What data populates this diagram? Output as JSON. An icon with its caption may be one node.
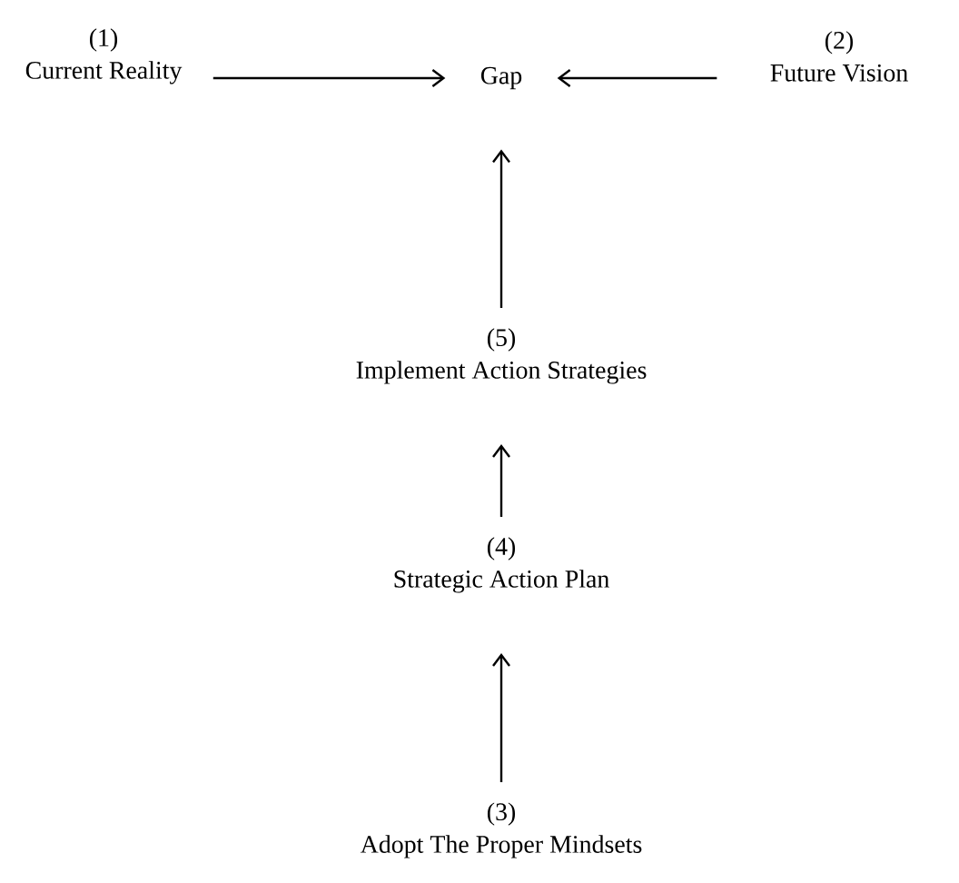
{
  "diagram": {
    "nodes": [
      {
        "text": [
          "(1)",
          "Current Reality"
        ]
      },
      {
        "text": [
          "Gap"
        ]
      },
      {
        "text": [
          "(2)",
          "Future Vision"
        ]
      },
      {
        "text": [
          "(5)",
          "Implement Action Strategies"
        ]
      },
      {
        "text": [
          "(4)",
          "Strategic Action Plan"
        ]
      },
      {
        "text": [
          "(3)",
          "Adopt The Proper Mindsets"
        ]
      }
    ],
    "edges": [
      {
        "from": 0,
        "to": 1,
        "arrow": "to"
      },
      {
        "from": 2,
        "to": 1,
        "arrow": "to"
      },
      {
        "from": 3,
        "to": 1,
        "arrow": "to"
      },
      {
        "from": 4,
        "to": 3,
        "arrow": "to"
      },
      {
        "from": 5,
        "to": 4,
        "arrow": "to"
      }
    ]
  }
}
